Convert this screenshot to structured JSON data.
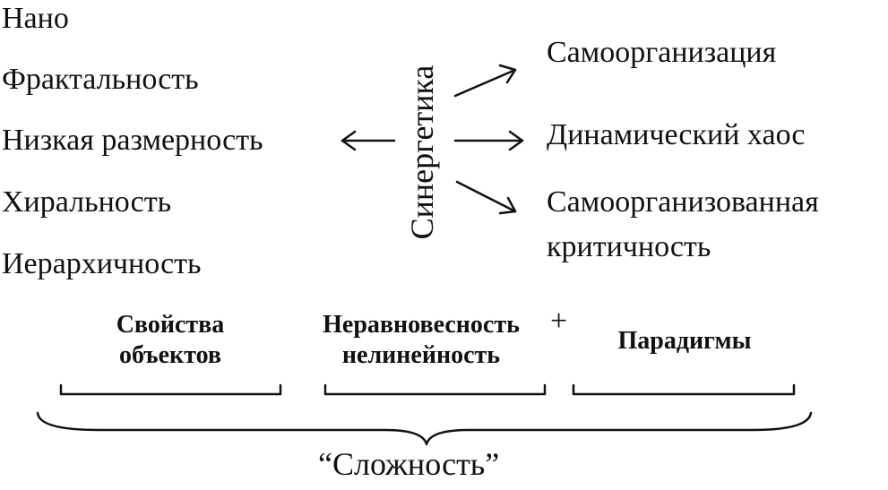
{
  "left_list": [
    {
      "label": "Нано"
    },
    {
      "label": "Фрактальность"
    },
    {
      "label": "Низкая размерность"
    },
    {
      "label": "Хиральность"
    },
    {
      "label": "Иерархичность"
    }
  ],
  "center": {
    "label": "Синергетика"
  },
  "right_list": [
    {
      "label": "Самоорганизация"
    },
    {
      "label": "Динамический хаос"
    },
    {
      "label": "Самоорганизованная"
    },
    {
      "label": "критичность"
    }
  ],
  "groups": [
    {
      "label_line1": "Свойства",
      "label_line2": "объектов"
    },
    {
      "label_line1": "Неравновесность",
      "label_line2": "нелинейность"
    },
    {
      "label_line1": "Парадигмы"
    }
  ],
  "plus_sign": "+",
  "summary": {
    "label": "“Сложность”"
  },
  "colors": {
    "ink": "#111111",
    "background": "#ffffff"
  }
}
